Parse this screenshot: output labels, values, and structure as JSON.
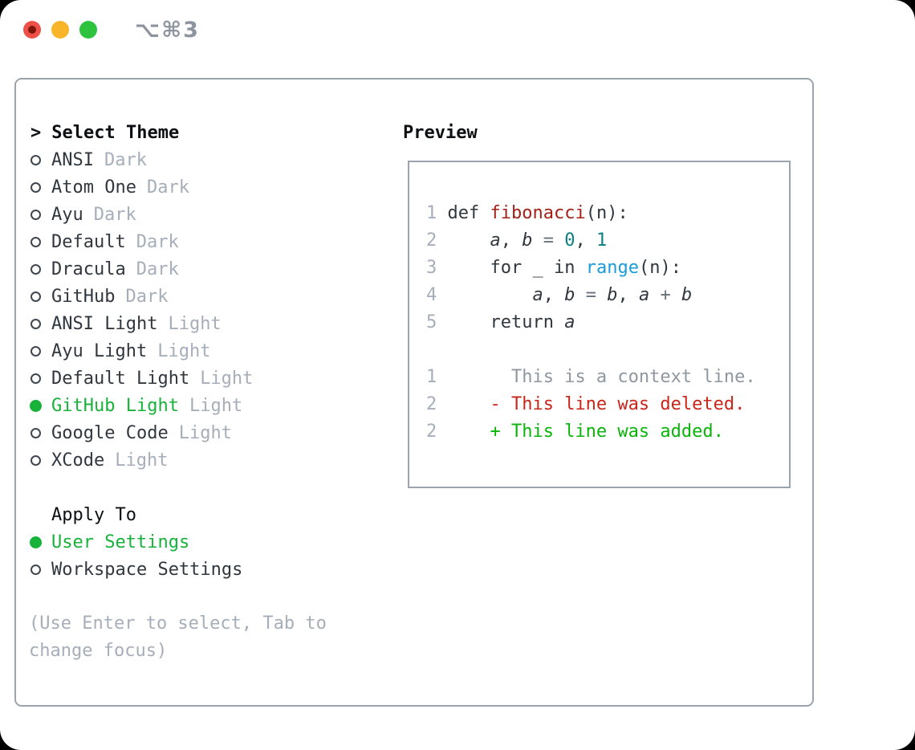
{
  "window": {
    "shortcut_label": "⌥⌘3",
    "traffic_lights": [
      "close",
      "minimize",
      "zoom"
    ]
  },
  "colors": {
    "accent_green": "#17b23a",
    "diff_red": "#c9261b",
    "diff_green": "#0ab509",
    "border_gray": "#9aa3ae",
    "muted_gray": "#a6aeba",
    "syntax_function_red": "#a32119",
    "syntax_number_teal": "#0b8080",
    "syntax_builtin_blue": "#1b9cd6"
  },
  "theme_panel": {
    "header": {
      "prompt": ">",
      "label": "Select Theme"
    },
    "themes": [
      {
        "name": "ANSI",
        "variant": "Dark",
        "selected": false
      },
      {
        "name": "Atom One",
        "variant": "Dark",
        "selected": false
      },
      {
        "name": "Ayu",
        "variant": "Dark",
        "selected": false
      },
      {
        "name": "Default",
        "variant": "Dark",
        "selected": false
      },
      {
        "name": "Dracula",
        "variant": "Dark",
        "selected": false
      },
      {
        "name": "GitHub",
        "variant": "Dark",
        "selected": false
      },
      {
        "name": "ANSI Light",
        "variant": "Light",
        "selected": false
      },
      {
        "name": "Ayu Light",
        "variant": "Light",
        "selected": false
      },
      {
        "name": "Default Light",
        "variant": "Light",
        "selected": false
      },
      {
        "name": "GitHub Light",
        "variant": "Light",
        "selected": true
      },
      {
        "name": "Google Code",
        "variant": "Light",
        "selected": false
      },
      {
        "name": "XCode",
        "variant": "Light",
        "selected": false
      }
    ],
    "apply_to": {
      "label": "Apply To",
      "options": [
        {
          "name": "User Settings",
          "selected": true
        },
        {
          "name": "Workspace Settings",
          "selected": false
        }
      ]
    },
    "hint": "(Use Enter to select, Tab to change focus)"
  },
  "preview": {
    "label": "Preview",
    "code_lines": [
      [
        {
          "c": "ln",
          "t": "1 "
        },
        {
          "c": "kw",
          "t": "def"
        },
        {
          "c": "pl",
          "t": " "
        },
        {
          "c": "fn",
          "t": "fibonacci"
        },
        {
          "c": "pl",
          "t": "(n):"
        }
      ],
      [
        {
          "c": "ln",
          "t": "2 "
        },
        {
          "c": "pl",
          "t": "    "
        },
        {
          "c": "id",
          "t": "a"
        },
        {
          "c": "pl",
          "t": ", "
        },
        {
          "c": "id",
          "t": "b"
        },
        {
          "c": "op",
          "t": " = "
        },
        {
          "c": "num",
          "t": "0"
        },
        {
          "c": "pl",
          "t": ", "
        },
        {
          "c": "num",
          "t": "1"
        }
      ],
      [
        {
          "c": "ln",
          "t": "3 "
        },
        {
          "c": "pl",
          "t": "    "
        },
        {
          "c": "kw",
          "t": "for"
        },
        {
          "c": "pl",
          "t": " _ "
        },
        {
          "c": "kw",
          "t": "in"
        },
        {
          "c": "pl",
          "t": " "
        },
        {
          "c": "bi",
          "t": "range"
        },
        {
          "c": "pl",
          "t": "(n):"
        }
      ],
      [
        {
          "c": "ln",
          "t": "4 "
        },
        {
          "c": "pl",
          "t": "        "
        },
        {
          "c": "id",
          "t": "a"
        },
        {
          "c": "pl",
          "t": ", "
        },
        {
          "c": "id",
          "t": "b"
        },
        {
          "c": "op",
          "t": " = "
        },
        {
          "c": "id",
          "t": "b"
        },
        {
          "c": "pl",
          "t": ", "
        },
        {
          "c": "id",
          "t": "a"
        },
        {
          "c": "op",
          "t": " + "
        },
        {
          "c": "id",
          "t": "b"
        }
      ],
      [
        {
          "c": "ln",
          "t": "5 "
        },
        {
          "c": "pl",
          "t": "    "
        },
        {
          "c": "kw",
          "t": "return"
        },
        {
          "c": "pl",
          "t": " "
        },
        {
          "c": "id",
          "t": "a"
        }
      ],
      [],
      [
        {
          "c": "ln",
          "t": "1 "
        },
        {
          "c": "ctx",
          "t": "      This is a context line."
        }
      ],
      [
        {
          "c": "ln",
          "t": "2 "
        },
        {
          "c": "del",
          "t": "    - This line was deleted."
        }
      ],
      [
        {
          "c": "ln",
          "t": "2 "
        },
        {
          "c": "add",
          "t": "    + This line was added."
        }
      ]
    ]
  }
}
